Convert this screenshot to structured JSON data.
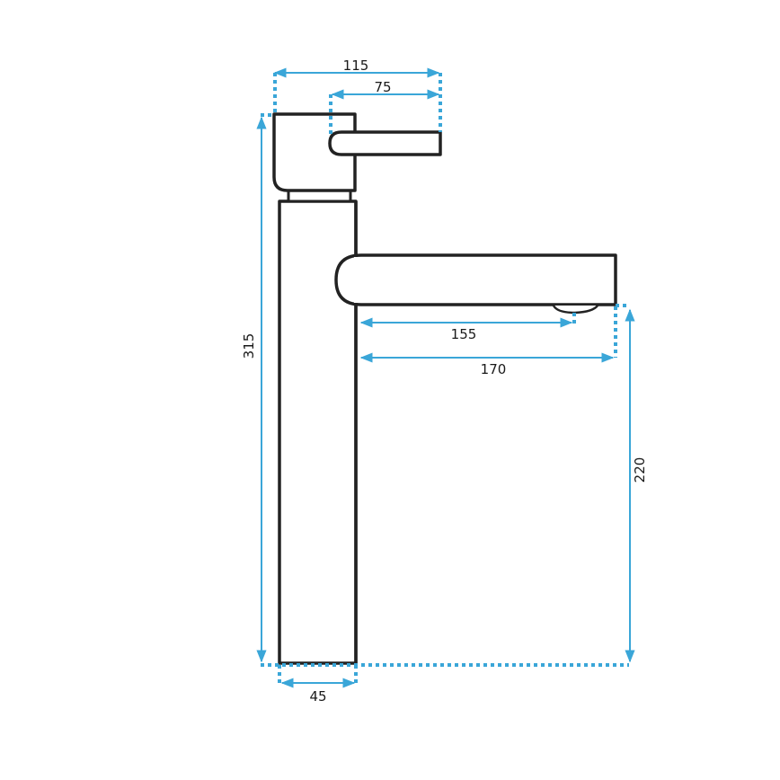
{
  "diagram": {
    "subject": "Tall basin mixer tap - side view technical drawing",
    "units": "mm",
    "colors": {
      "outline": "#222222",
      "dimension": "#3aa6d8",
      "background": "#ffffff"
    },
    "dimensions": {
      "handle_total_width": "115",
      "lever_length": "75",
      "overall_height": "315",
      "spout_to_aerator": "155",
      "spout_reach": "170",
      "spout_height": "220",
      "base_width": "45"
    }
  }
}
